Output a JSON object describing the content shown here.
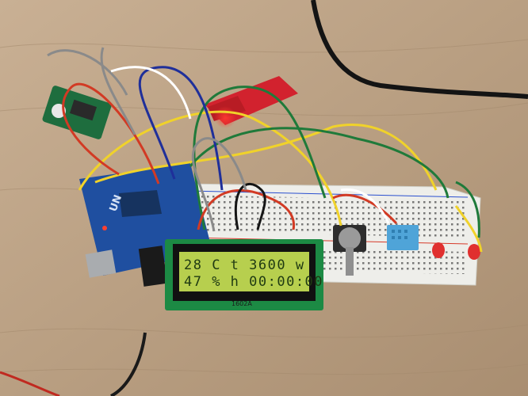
{
  "lcd": {
    "line1": "28 C t  3600 w",
    "line2": "47 % h 00:00:00",
    "model_label": "1602A"
  },
  "board": {
    "brand_text": "UN"
  },
  "colors": {
    "table": "#b99f82",
    "breadboard": "#eeeeea",
    "lcd_screen": "#b7cf4e",
    "pcb_blue": "#1f4fa0",
    "sensor_red": "#d2222e",
    "dht_blue": "#4fa4d8",
    "led_red": "#e0302f",
    "wire_yellow": "#f0d22a",
    "wire_green": "#1f7a3a",
    "wire_red": "#d23a24",
    "wire_black": "#151515"
  }
}
